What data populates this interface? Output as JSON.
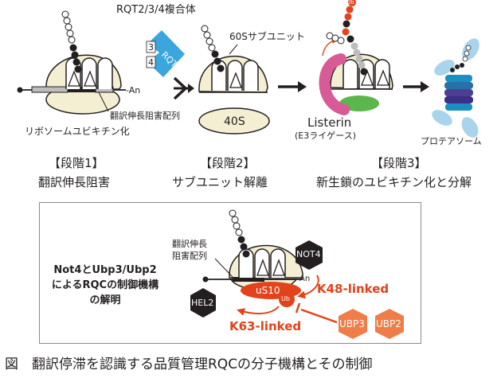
{
  "labels": {
    "rqt_complex": "RQT2/3/4複合体",
    "rqt3": "3",
    "rqt4": "4",
    "rqt2": "RQT2",
    "ribosome_60s": "60Sサブユニット",
    "ribosome_40s": "40S",
    "an": "-An",
    "an_inset": "An",
    "stall_seq": "翻訳伸長阻害配列",
    "ribosome_ub": "リボソームユビキチン化",
    "listerin": "Listerin",
    "e3": "(E3ライゲース)",
    "proteasome": "プロテアソーム",
    "ub": "Ub"
  },
  "stages": [
    {
      "heading": "【段階1】",
      "desc": "翻訳伸長阻害"
    },
    {
      "heading": "【段階2】",
      "desc": "サブユニット解離"
    },
    {
      "heading": "【段階3】",
      "desc": "新生鎖のユビキチン化と分解"
    }
  ],
  "inset": {
    "title_line1": "Not4とUbp3/Ubp2",
    "title_line2": "によるRQCの制御機構",
    "title_line3": "の解明",
    "stall_line1": "翻訳伸長",
    "stall_line2": "阻害配列",
    "not4": "NOT4",
    "hel2": "HEL2",
    "us10": "uS10",
    "k48": "K48-linked",
    "k63": "K63-linked",
    "ubp3": "UBP3",
    "ubp2": "UBP2"
  },
  "caption": "図　翻訳停滞を認識する品質管理RQCの分子機構とその制御",
  "colors": {
    "ribosome": "#f4efd2",
    "rqt": "#3ba6dd",
    "listerin": "#d85a97",
    "listerin_green": "#5bb64c",
    "proteasome_cap": "#a9d5ec",
    "red_accent": "#e2431a",
    "ubp": "#ef7d48"
  }
}
